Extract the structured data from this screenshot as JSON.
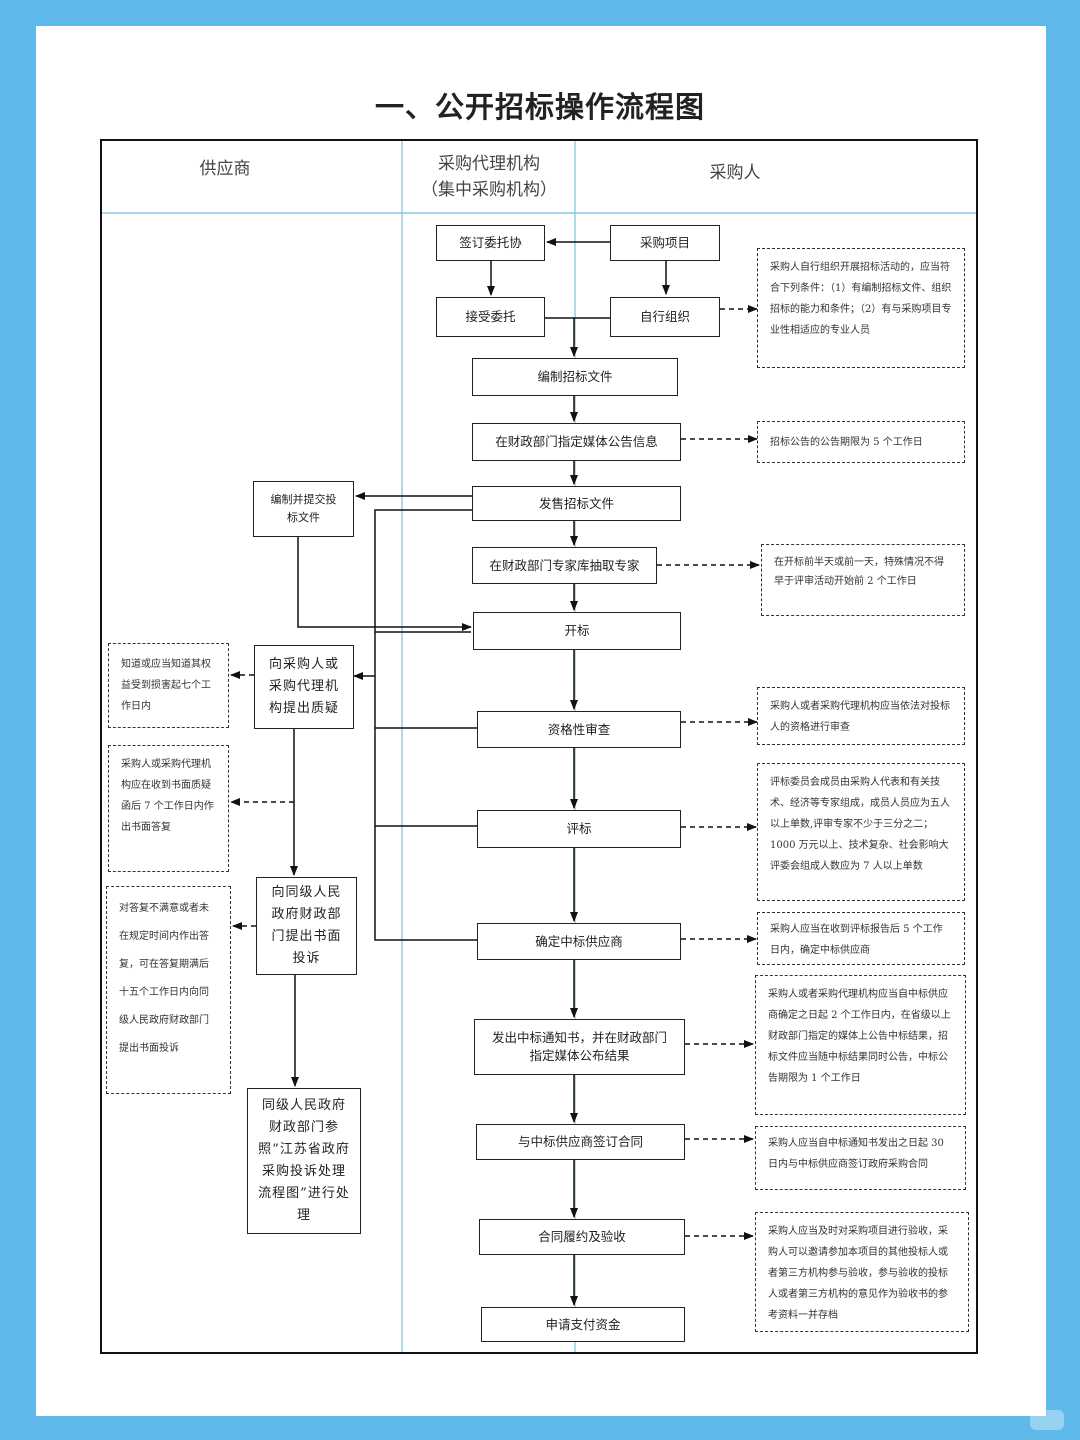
{
  "title": "一、公开招标操作流程图",
  "lanes": {
    "supplier": "供应商",
    "agency_line1": "采购代理机构",
    "agency_line2": "（集中采购机构）",
    "purchaser": "采购人"
  },
  "steps": {
    "sign": "签订委托协",
    "project": "采购项目",
    "accept": "接受委托",
    "self_org": "自行组织",
    "compile": "编制招标文件",
    "announce": "在财政部门指定媒体公告信息",
    "issue": "发售招标文件",
    "experts": "在财政部门专家库抽取专家",
    "open": "开标",
    "qualify": "资格性审查",
    "evaluate": "评标",
    "determine": "确定中标供应商",
    "notify": "发出中标通知书，并在财政部门指定媒体公布结果",
    "contract": "与中标供应商签订合同",
    "perform": "合同履约及验收",
    "payment": "申请支付资金"
  },
  "supplier_steps": {
    "prepare_bid": "编制并提交投标文件",
    "question": "向采购人或采购代理机构提出质疑",
    "complaint": "向同级人民政府财政部门提出书面投诉",
    "handle": "同级人民政府财政部门参照“江苏省政府采购投诉处理流程图”进行处理"
  },
  "notes": {
    "self_org_note": "采购人自行组织开展招标活动的，应当符合下列条件：（1）有编制招标文件、组织招标的能力和条件；（2）有与采购项目专业性相适应的专业人员",
    "announce_note": "招标公告的公告期限为 5 个工作日",
    "experts_note": "在开标前半天或前一天，特殊情况不得早于评审活动开始前 2 个工作日",
    "qualify_note": "采购人或者采购代理机构应当依法对投标人的资格进行审查",
    "evaluate_note": "评标委员会成员由采购人代表和有关技术、经济等专家组成，成员人员应为五人以上单数,评审专家不少于三分之二；1000 万元以上、技术复杂、社会影响大评委会组成人数应为 7 人以上单数",
    "determine_note": "采购人应当在收到评标报告后 5 个工作日内，确定中标供应商",
    "notify_note": "采购人或者采购代理机构应当自中标供应商确定之日起 2 个工作日内，在省级以上财政部门指定的媒体上公告中标结果，招标文件应当随中标结果同时公告，中标公告期限为 1 个工作日",
    "contract_note": "采购人应当自中标通知书发出之日起 30 日内与中标供应商签订政府采购合同",
    "perform_note": "采购人应当及时对采购项目进行验收，采购人可以邀请参加本项目的其他投标人或者第三方机构参与验收，参与验收的投标人或者第三方机构的意见作为验收书的参考资料一并存档",
    "question_note": "知道或应当知道其权益受到损害起七个工作日内",
    "reply_note": "采购人或采购代理机构应在收到书面质疑函后 7 个工作日内作出书面答复",
    "complaint_note": "对答复不满意或者未在规定时间内作出答复，可在答复期满后十五个工作日内向同级人民政府财政部门提出书面投诉"
  }
}
